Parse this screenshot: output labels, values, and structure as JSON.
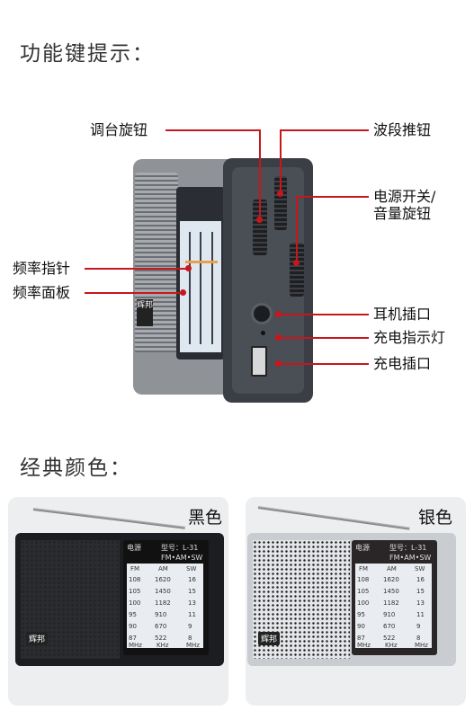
{
  "sections": {
    "function_keys_title": "功能键提示：",
    "classic_colors_title": "经典颜色："
  },
  "callouts": {
    "tuning_knob": "调台旋钮",
    "band_switch": "波段推钮",
    "power_volume": "电源开关/\n音量旋钮",
    "freq_pointer": "频率指针",
    "freq_panel": "频率面板",
    "earphone_jack": "耳机插口",
    "charge_led": "充电指示灯",
    "charge_port": "充电插口"
  },
  "colors": {
    "black_label": "黑色",
    "silver_label": "银色",
    "leader_color": "#c8161d"
  },
  "radio": {
    "brand": "辉邦",
    "power_label": "电源",
    "model_label": "型号：L-31",
    "band_strip": "FM•AM•SW",
    "bands": [
      "FM",
      "AM",
      "SW"
    ],
    "fm_ticks": [
      "108",
      "105",
      "100",
      "95",
      "90",
      "87",
      "MHz"
    ],
    "am_ticks": [
      "1620",
      "1450",
      "1182",
      "910",
      "670",
      "522",
      "KHz"
    ],
    "sw_ticks": [
      "16",
      "15",
      "13",
      "11",
      "9",
      "8",
      "MHz"
    ]
  }
}
